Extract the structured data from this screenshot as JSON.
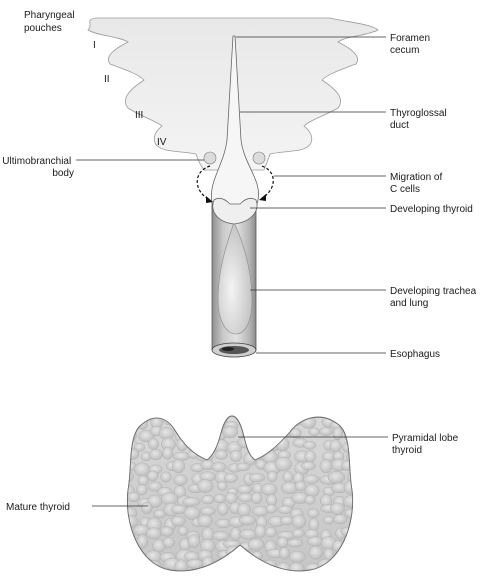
{
  "labels": {
    "pharyngeal_pouches": [
      "Pharyngeal",
      "pouches"
    ],
    "pouch_numerals": [
      "I",
      "II",
      "III",
      "IV"
    ],
    "foramen_cecum": [
      "Foramen",
      "cecum"
    ],
    "thyroglossal_duct": [
      "Thyroglossal",
      "duct"
    ],
    "ultimobranchial_body": [
      "Ultimobranchial",
      "body"
    ],
    "migration_c_cells": [
      "Migration of",
      "C cells"
    ],
    "developing_thyroid": [
      "Developing thyroid"
    ],
    "developing_trachea_lung": [
      "Developing trachea",
      "and lung"
    ],
    "esophagus": [
      "Esophagus"
    ],
    "pyramidal_lobe": [
      "Pyramidal lobe",
      "thyroid"
    ],
    "mature_thyroid": [
      "Mature thyroid"
    ]
  }
}
